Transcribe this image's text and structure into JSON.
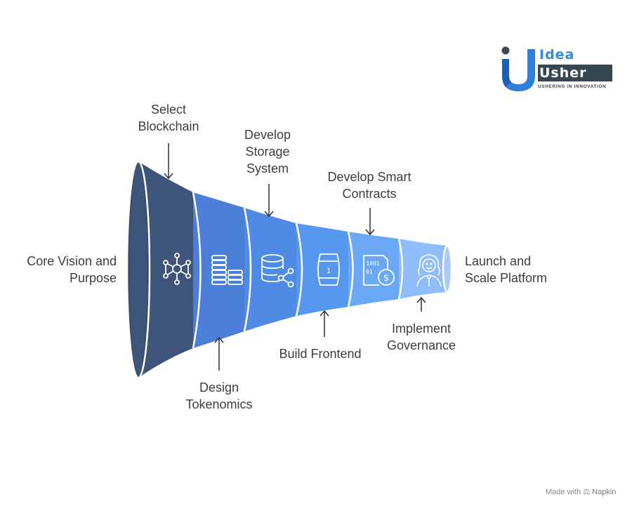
{
  "logo": {
    "word1": "Idea",
    "word2": "Usher",
    "tagline": "USHERING IN INNOVATION"
  },
  "stages": [
    {
      "label_line1": "Core Vision and",
      "label_line2": "Purpose",
      "icon": "network-nodes-icon",
      "color": "#3e5478"
    },
    {
      "label_line1": "Select",
      "label_line2": "Blockchain",
      "icon": "",
      "color": "#4a72c4"
    },
    {
      "label_line1": "Design",
      "label_line2": "Tokenomics",
      "icon": "coin-stacks-icon",
      "color": "#4b7fd8"
    },
    {
      "label_line1": "Develop",
      "label_line2": "Storage",
      "label_line3": "System",
      "icon": "database-share-icon",
      "color": "#4f8be4"
    },
    {
      "label_line1": "Build Frontend",
      "icon": "barrel-icon",
      "color": "#5697ef"
    },
    {
      "label_line1": "Develop Smart",
      "label_line2": "Contracts",
      "icon": "smart-contract-icon",
      "color": "#6aa8f6"
    },
    {
      "label_line1": "Implement",
      "label_line2": "Governance",
      "icon": "judge-icon",
      "color": "#8fbcfb"
    },
    {
      "label_line1": "Launch and",
      "label_line2": "Scale Platform"
    }
  ],
  "footer": {
    "made_with": "Made with",
    "brand": "Napkin"
  }
}
